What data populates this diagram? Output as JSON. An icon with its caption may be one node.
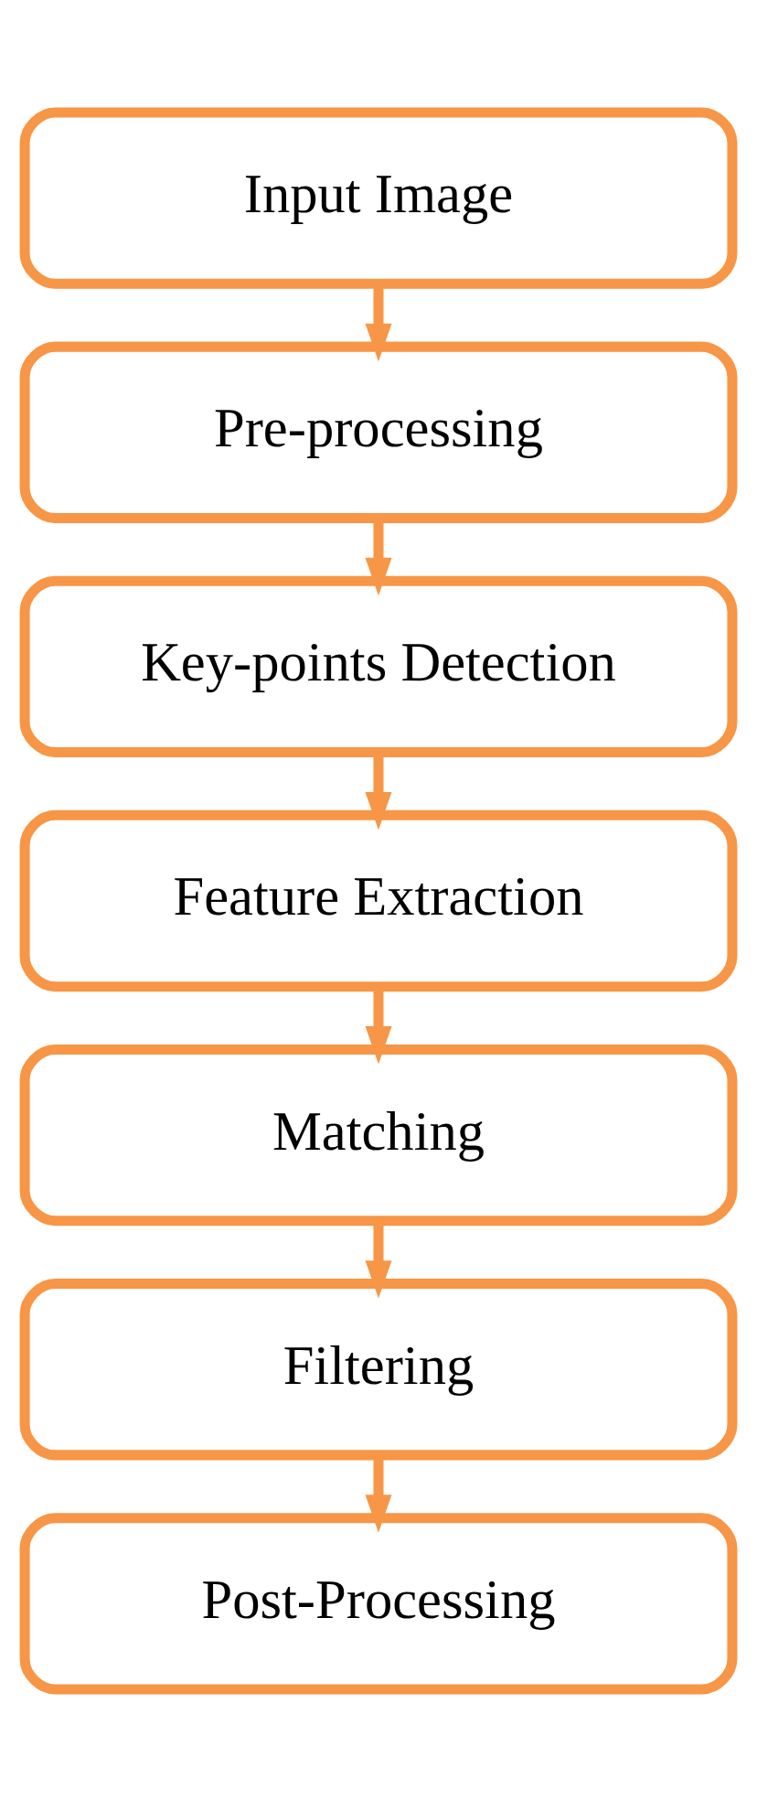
{
  "diagram": {
    "nodes": [
      {
        "text": [
          "Input Image"
        ]
      },
      {
        "text": [
          "Pre-processing"
        ]
      },
      {
        "text": [
          "Key-points Detection"
        ]
      },
      {
        "text": [
          "Feature Extraction"
        ]
      },
      {
        "text": [
          "Matching"
        ]
      },
      {
        "text": [
          "Filtering"
        ]
      },
      {
        "text": [
          "Post-Processing"
        ]
      }
    ],
    "edges": [
      {
        "from": 0,
        "to": 1,
        "arrow": "to"
      },
      {
        "from": 1,
        "to": 2,
        "arrow": "to"
      },
      {
        "from": 2,
        "to": 3,
        "arrow": "to"
      },
      {
        "from": 3,
        "to": 4,
        "arrow": "to"
      },
      {
        "from": 4,
        "to": 5,
        "arrow": "to"
      },
      {
        "from": 5,
        "to": 6,
        "arrow": "to"
      }
    ]
  }
}
